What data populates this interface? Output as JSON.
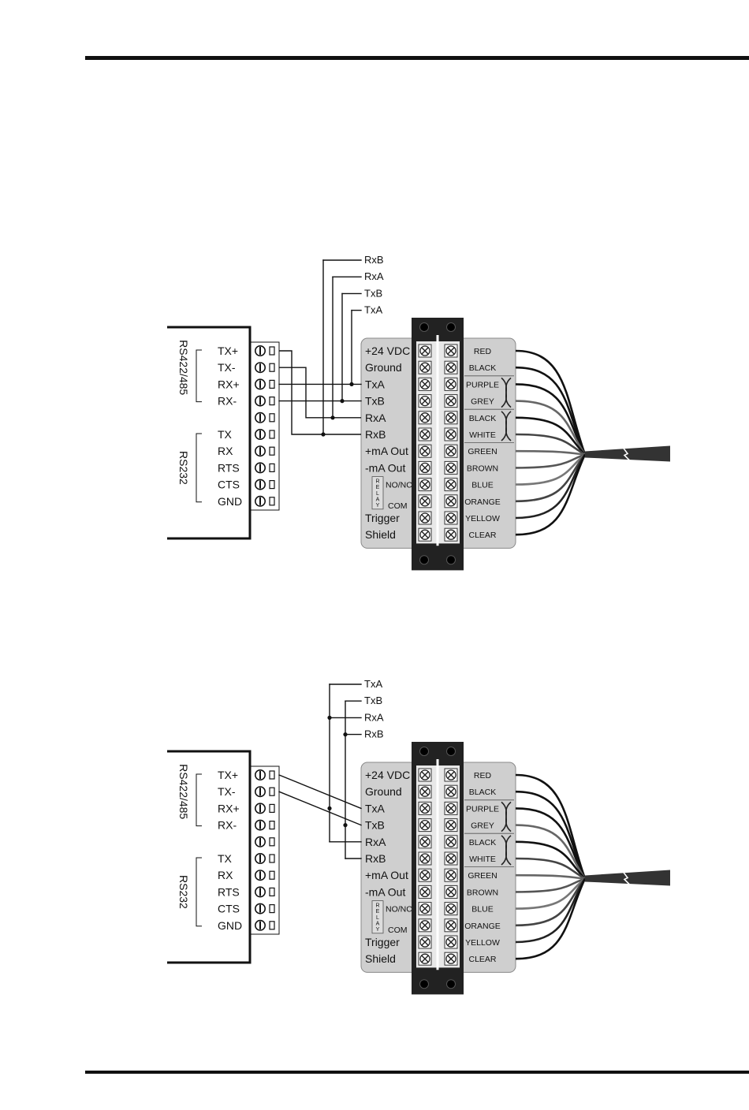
{
  "wire_labels": {
    "diagram1": [
      "RxB",
      "RxA",
      "TxB",
      "TxA"
    ],
    "diagram2": [
      "TxA",
      "TxB",
      "RxA",
      "RxB"
    ]
  },
  "host": {
    "rs422_title": "RS422/485",
    "rs232_title": "RS232",
    "rs422_pins": [
      "TX+",
      "TX-",
      "RX+",
      "RX-"
    ],
    "rs232_pins": [
      "TX",
      "RX",
      "RTS",
      "CTS",
      "GND"
    ]
  },
  "terminal": {
    "left_labels": [
      "+24 VDC",
      "Ground",
      "TxA",
      "TxB",
      "RxA",
      "RxB",
      "+mA Out",
      "-mA Out",
      "",
      "",
      "Trigger",
      "Shield"
    ],
    "relay_letters": [
      "R",
      "E",
      "L",
      "A",
      "Y"
    ],
    "relay_no_nc": "NO/NC",
    "relay_com": "COM",
    "wire_colors": [
      "RED",
      "BLACK",
      "PURPLE",
      "GREY",
      "BLACK",
      "WHITE",
      "GREEN",
      "BROWN",
      "BLUE",
      "ORANGE",
      "YELLOW",
      "CLEAR"
    ]
  },
  "colors": {
    "panel": "#cfcfcf",
    "strip": "#222222",
    "ink": "#111111"
  }
}
